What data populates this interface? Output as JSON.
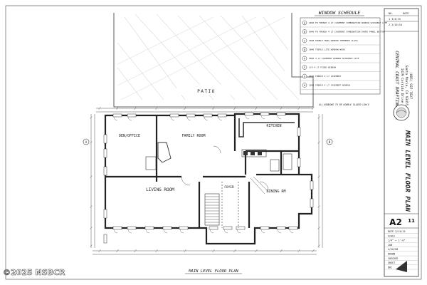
{
  "window_schedule": {
    "title": "WINDOW SCHEDULE",
    "rows": [
      {
        "key": "A",
        "desc": "2040 FR FRENCH 4 LT CASEMENT COMBINATION WINDOW W/DOUBLE LITE"
      },
      {
        "key": "B",
        "desc": "6040 FR FRENCH 4 LT CASEMENT COMBINATION DOORS PANEL BUTTON"
      },
      {
        "key": "C",
        "desc": "3048 DOUBLE HUNG WINDOW TEMPERED GLASS"
      },
      {
        "key": "D",
        "desc": "3040 TRIPLE LITE WINDOW WOOD"
      },
      {
        "key": "E",
        "desc": "5040 4 LT CASEMENT WINDOW W/DOUBLE LITE"
      },
      {
        "key": "F",
        "desc": "3/0 4 LT FIXED WINDOW"
      },
      {
        "key": "G",
        "desc": "6036 FRENCH 4 LT CASEMENT"
      },
      {
        "key": "H",
        "desc": "3040 FRENCH 4 LT CASEMENT WINDOW"
      }
    ],
    "note": "ALL WINDOWS TO BE DOUBLE GLAZED LOW-E"
  },
  "title_block": {
    "company": "CENTRAL COAST DRAFTING, INC",
    "address": "1429 Corrida Drive",
    "city": "Santa Maria, CA 93455",
    "phone": "(805) 937-7827",
    "sheet_title": "MAIN LEVEL FLOOR PLAN",
    "sheet_number": "A2",
    "sheet_suffix": "11",
    "revision_header": [
      "NO.",
      "DATE"
    ],
    "revision_rows": [
      "1  3/4/15",
      "2  2/15/16"
    ],
    "fields": [
      "DATE 3/14/15",
      "SCALE",
      "1/4\" = 1'-0\"",
      "JOB",
      "4/26/08",
      "DRAWN",
      "CHECKED",
      "SHEET",
      "DRC"
    ]
  },
  "plan": {
    "title": "MAIN LEVEL FLOOR PLAN",
    "rooms": {
      "patio": "PATIO",
      "den_office": "DEN/OFFICE",
      "family_room": "FAMILY ROOM",
      "kitchen": "KITCHEN",
      "living_room": "LIVING ROOM",
      "foyer": "FOYER",
      "dining_room": "DINING RM"
    },
    "markers": [
      "A",
      "B"
    ]
  },
  "watermark": "©2025 NSBCR"
}
